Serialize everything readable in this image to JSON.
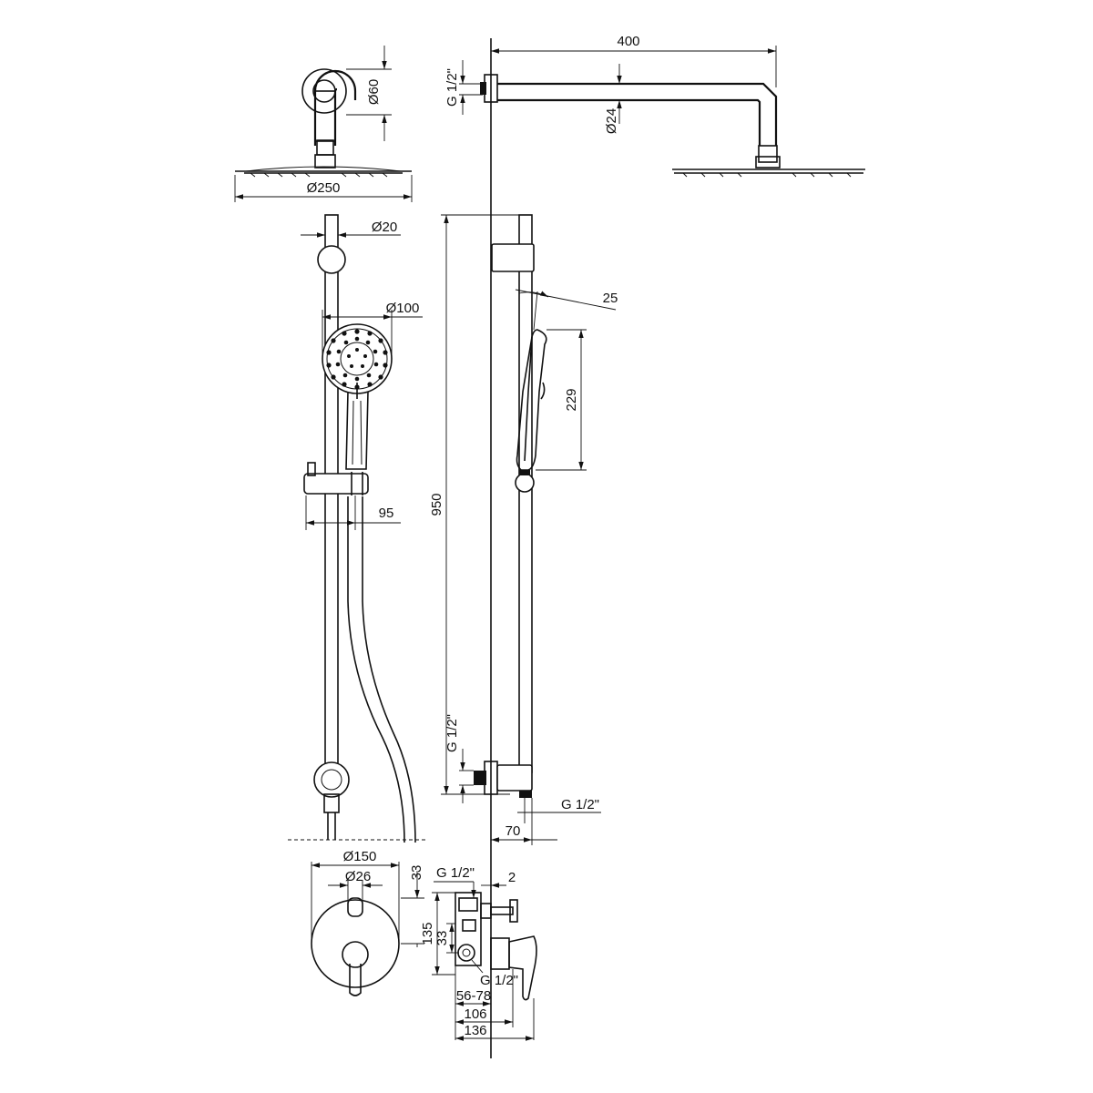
{
  "dimensions": {
    "d60": "Ø60",
    "d250": "Ø250",
    "d20": "Ø20",
    "d100": "Ø100",
    "len95": "95",
    "len400": "400",
    "g_top": "G 1/2\"",
    "d24": "Ø24",
    "len25": "25",
    "len229": "229",
    "len950": "950",
    "g_bottom": "G 1/2\"",
    "g_outlet": "G 1/2\"",
    "len70": "70",
    "d150": "Ø150",
    "d26": "Ø26",
    "len33_top": "33",
    "len135": "135",
    "len33_mid": "33",
    "g_valve_top": "G 1/2\"",
    "len2": "2",
    "g_valve_bottom": "G 1/2\"",
    "range56_78": "56-78",
    "len106": "106",
    "len136": "136"
  }
}
